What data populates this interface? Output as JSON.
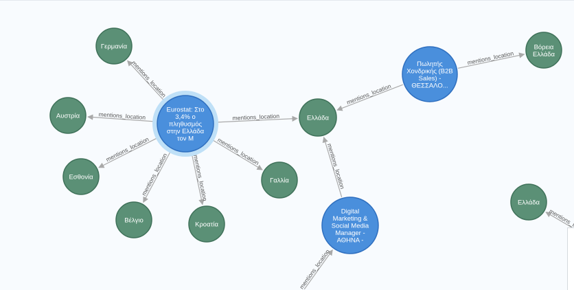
{
  "graph": {
    "colors": {
      "document": "#4a8fdc",
      "document_border": "#2f6fbf",
      "location": "#5b9076",
      "location_border": "#3f7159",
      "selected_halo": "#bfe0f7",
      "edge": "#a9a9a9"
    },
    "edge_label": "mentions_location",
    "nodes": [
      {
        "id": "eurostat",
        "kind": "document",
        "selected": true,
        "lines": [
          "Eurostat: Στο",
          "3,4% ο",
          "πληθυσμός",
          "στην Ελλάδα",
          "τον Μ"
        ]
      },
      {
        "id": "sales",
        "kind": "document",
        "lines": [
          "Πωλητής",
          "Χονδρικής (B2B",
          "Sales) -",
          "ΘΕΣΣΑΛΟ..."
        ]
      },
      {
        "id": "digital",
        "kind": "document",
        "lines": [
          "Digital",
          "Marketing &",
          "Social Media",
          "Manager -",
          "ΑΘΗΝΑ -"
        ]
      },
      {
        "id": "germany",
        "kind": "location",
        "lines": [
          "Γερμανία"
        ]
      },
      {
        "id": "austria",
        "kind": "location",
        "lines": [
          "Αυστρία"
        ]
      },
      {
        "id": "estonia",
        "kind": "location",
        "lines": [
          "Εσθονία"
        ]
      },
      {
        "id": "belgium",
        "kind": "location",
        "lines": [
          "Βέλγιο"
        ]
      },
      {
        "id": "croatia",
        "kind": "location",
        "lines": [
          "Κροατία"
        ]
      },
      {
        "id": "france",
        "kind": "location",
        "lines": [
          "Γαλλία"
        ]
      },
      {
        "id": "greece",
        "kind": "location",
        "lines": [
          "Ελλάδα"
        ]
      },
      {
        "id": "north_greece",
        "kind": "location",
        "lines": [
          "Βόρεια",
          "Ελλάδα"
        ]
      },
      {
        "id": "greece2",
        "kind": "location",
        "lines": [
          "Ελλάδα"
        ]
      }
    ],
    "edges": [
      {
        "from": "eurostat",
        "to": "germany"
      },
      {
        "from": "eurostat",
        "to": "austria"
      },
      {
        "from": "eurostat",
        "to": "estonia"
      },
      {
        "from": "eurostat",
        "to": "belgium"
      },
      {
        "from": "eurostat",
        "to": "croatia"
      },
      {
        "from": "eurostat",
        "to": "france"
      },
      {
        "from": "eurostat",
        "to": "greece"
      },
      {
        "from": "sales",
        "to": "greece"
      },
      {
        "from": "sales",
        "to": "north_greece"
      },
      {
        "from": "digital",
        "to": "greece"
      },
      {
        "from": "offscreen_1",
        "to": "digital"
      },
      {
        "from": "offscreen_2",
        "to": "greece2"
      }
    ]
  }
}
